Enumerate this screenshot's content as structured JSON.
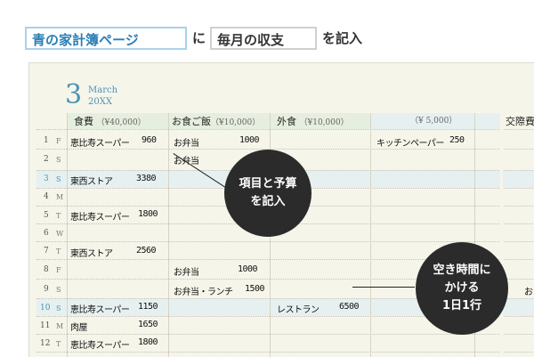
{
  "header": {
    "tag1": "青の家計簿ページ",
    "conn1": "に",
    "tag2": "毎月の収支",
    "conn2": "を記入"
  },
  "page": {
    "month_number": "3",
    "month_name": "March",
    "year": "20XX",
    "categories": [
      {
        "name": "食費",
        "budget": "（¥40,000）"
      },
      {
        "name": "お食ご飯",
        "budget": "（¥10,000）"
      },
      {
        "name": "外食",
        "budget": "（¥10,000）"
      },
      {
        "name": "",
        "budget": "（¥ 5,000）"
      },
      {
        "name": "交際費",
        "budget": ""
      }
    ],
    "rows": [
      {
        "day": "1",
        "wd": "F"
      },
      {
        "day": "2",
        "wd": "S"
      },
      {
        "day": "3",
        "wd": "S"
      },
      {
        "day": "4",
        "wd": "M"
      },
      {
        "day": "5",
        "wd": "T"
      },
      {
        "day": "6",
        "wd": "W"
      },
      {
        "day": "7",
        "wd": "T"
      },
      {
        "day": "8",
        "wd": "F"
      },
      {
        "day": "9",
        "wd": "S"
      },
      {
        "day": "10",
        "wd": "S"
      },
      {
        "day": "11",
        "wd": "M"
      },
      {
        "day": "12",
        "wd": "T"
      }
    ],
    "entries": {
      "r1_c1": "恵比寿スーパー",
      "r1_a1": "960",
      "r1_c2": "お弁当",
      "r1_a2": "1000",
      "r1_c4": "キッチンペーパー",
      "r1_a4": "250",
      "r2_c2": "お弁当",
      "r3_c1": "東西ストア",
      "r3_a1": "3380",
      "r5_c1": "恵比寿スーパー",
      "r5_a1": "1800",
      "r7_c1": "東西ストア",
      "r7_a1": "2560",
      "r8_c2": "お弁当",
      "r8_a2": "1000",
      "r9_c2": "お弁当・ランチ",
      "r9_a2": "1500",
      "r9_c5": "お",
      "r10_c1": "恵比寿スーパー",
      "r10_a1": "1150",
      "r10_c3": "レストラン",
      "r10_a3": "6500",
      "r11_c1": "肉屋",
      "r11_a1": "1650",
      "r12_c1": "恵比寿スーパー",
      "r12_a1": "1800"
    }
  },
  "callouts": {
    "first": [
      "項目と予算",
      "を記入"
    ],
    "second": [
      "空き時間に",
      "かける",
      "1日1行"
    ]
  }
}
